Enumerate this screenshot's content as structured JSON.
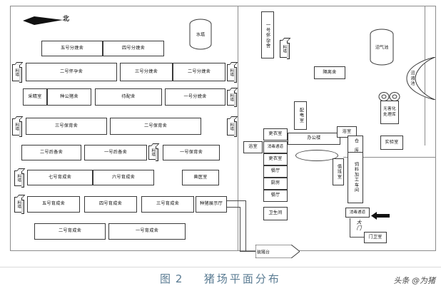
{
  "figure": {
    "caption_prefix": "图 2",
    "caption_title": "猪场平面分布",
    "watermark": "头条 @为猪",
    "north_label": "北"
  },
  "labels": {
    "feed_tower": "料塔",
    "water_tower": "水塔",
    "biogas_tank": "沼气池",
    "slurry_pond": "沼液池",
    "gate": "大门"
  },
  "west_zone": {
    "farrowing_row_top": [
      {
        "name": "五号分娩舍"
      },
      {
        "name": "四号分娩舍"
      }
    ],
    "gestation_row": [
      {
        "name": "二号怀孕舍"
      },
      {
        "name": "三号分娩舍"
      },
      {
        "name": "二号分娩舍"
      }
    ],
    "breeding_row": [
      {
        "name": "采精室"
      },
      {
        "name": "种公猪舍"
      },
      {
        "name": "待配舍"
      },
      {
        "name": "一号分娩舍"
      }
    ],
    "nursery_row": [
      {
        "name": "三号保育舍"
      },
      {
        "name": "二号保育舍"
      }
    ],
    "reserve_row": [
      {
        "name": "二号后备舍"
      },
      {
        "name": "一号后备舍"
      },
      {
        "name": "一号保育舍"
      }
    ],
    "grow_row_1": [
      {
        "name": "七号育成舍"
      },
      {
        "name": "六号育成舍"
      },
      {
        "name": "兽医室"
      }
    ],
    "grow_row_2": [
      {
        "name": "五号育成舍"
      },
      {
        "name": "四号育成舍"
      },
      {
        "name": "三号育成舍"
      },
      {
        "name": "种猪展示厅"
      }
    ],
    "grow_row_3": [
      {
        "name": "二号育成舍"
      },
      {
        "name": "一号育成舍"
      }
    ]
  },
  "central_zone": {
    "gestation_house_1": "一号怀孕舍",
    "isolation_house": "隔离舍",
    "power_room": "配电室",
    "office_building": "办公楼",
    "locker_room_upper": "更衣室",
    "bath_room_left": "浴室",
    "disinfection_corridor": "消毒通道",
    "locker_room_lower": "更衣室",
    "canteen_upper": "餐厅",
    "kitchen": "厨房",
    "canteen_lower": "餐厅",
    "restroom": "卫生间",
    "loading_platform": "装猪台"
  },
  "east_zone": {
    "bath_room": "浴室",
    "warehouse": "仓 库",
    "feed_mill": "饲料加工车间",
    "duty_room": "值班室",
    "lab": "实验室",
    "harmless_treatment": "无害化处理库",
    "disinfection_corridor": "消毒通道",
    "guard_room": "门卫室"
  },
  "colors": {
    "caption": "#5b7c93",
    "line": "#3a3a3a",
    "boundary": "#8c8c8c"
  }
}
